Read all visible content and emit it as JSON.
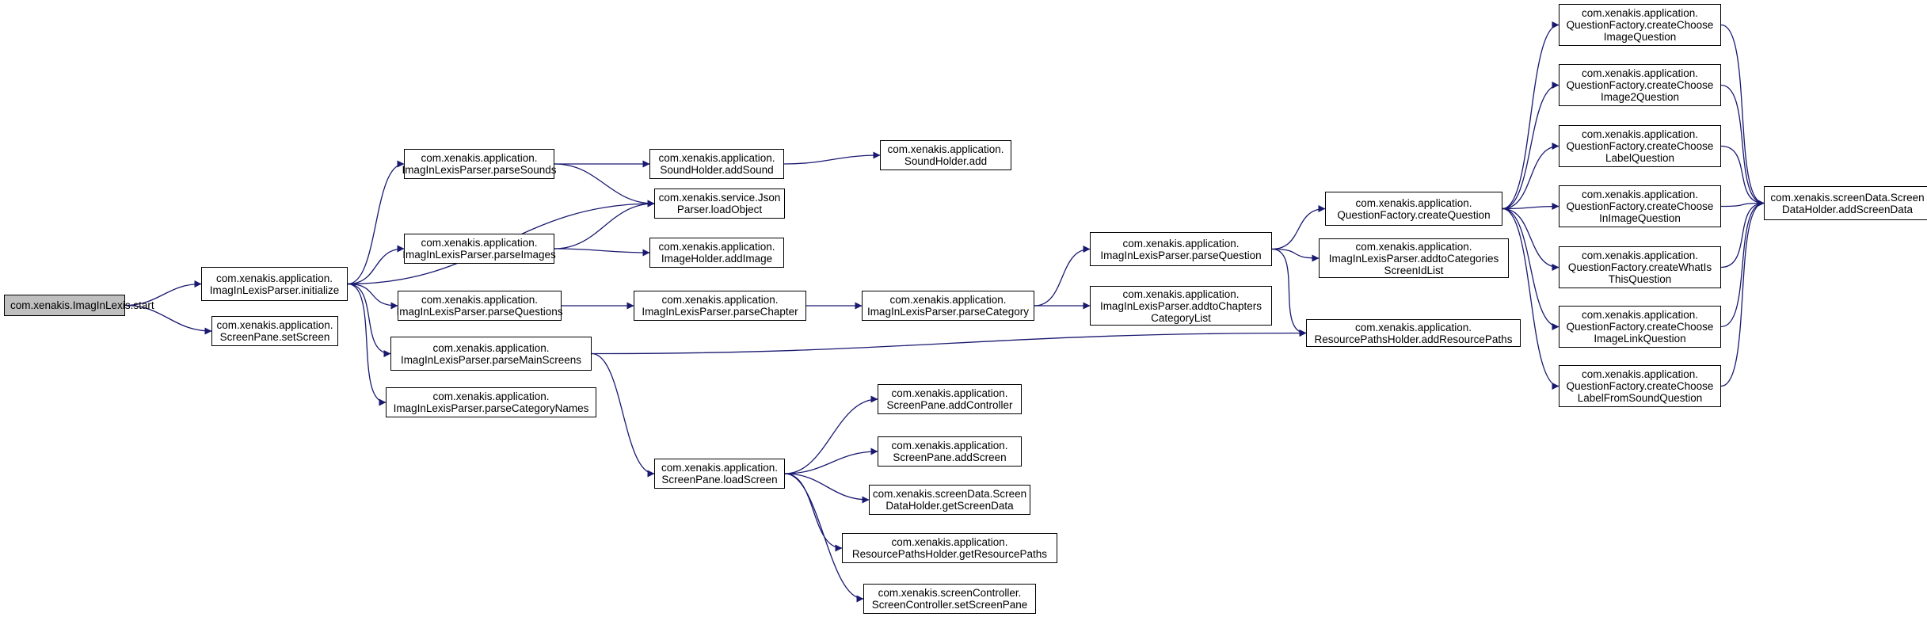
{
  "colors": {
    "edge": "#191970",
    "node_border": "#000000",
    "root_fill": "#bfbfbf",
    "node_fill": "#ffffff"
  },
  "nodes": {
    "root": {
      "lines": [
        "com.xenakis.ImagInLexis.start"
      ]
    },
    "init": {
      "lines": [
        "com.xenakis.application.",
        "ImagInLexisParser.initialize"
      ]
    },
    "setscreen": {
      "lines": [
        "com.xenakis.application.",
        "ScreenPane.setScreen"
      ]
    },
    "psounds": {
      "lines": [
        "com.xenakis.application.",
        "ImagInLexisParser.parseSounds"
      ]
    },
    "pimages": {
      "lines": [
        "com.xenakis.application.",
        "ImagInLexisParser.parseImages"
      ]
    },
    "pquestions": {
      "lines": [
        "com.xenakis.application.",
        "ImagInLexisParser.parseQuestions"
      ]
    },
    "pmain": {
      "lines": [
        "com.xenakis.application.",
        "ImagInLexisParser.parseMainScreens"
      ]
    },
    "pcatnames": {
      "lines": [
        "com.xenakis.application.",
        "ImagInLexisParser.parseCategoryNames"
      ]
    },
    "addsound": {
      "lines": [
        "com.xenakis.application.",
        "SoundHolder.addSound"
      ]
    },
    "loadobj": {
      "lines": [
        "com.xenakis.service.Json",
        "Parser.loadObject"
      ]
    },
    "addimage": {
      "lines": [
        "com.xenakis.application.",
        "ImageHolder.addImage"
      ]
    },
    "pchapter": {
      "lines": [
        "com.xenakis.application.",
        "ImagInLexisParser.parseChapter"
      ]
    },
    "loadscreen": {
      "lines": [
        "com.xenakis.application.",
        "ScreenPane.loadScreen"
      ]
    },
    "soundadd": {
      "lines": [
        "com.xenakis.application.",
        "SoundHolder.add"
      ]
    },
    "pcategory": {
      "lines": [
        "com.xenakis.application.",
        "ImagInLexisParser.parseCategory"
      ]
    },
    "addcontroller": {
      "lines": [
        "com.xenakis.application.",
        "ScreenPane.addController"
      ]
    },
    "addscreen": {
      "lines": [
        "com.xenakis.application.",
        "ScreenPane.addScreen"
      ]
    },
    "getscreendata": {
      "lines": [
        "com.xenakis.screenData.Screen",
        "DataHolder.getScreenData"
      ]
    },
    "getrespaths": {
      "lines": [
        "com.xenakis.application.",
        "ResourcePathsHolder.getResourcePaths"
      ]
    },
    "setscreenpane": {
      "lines": [
        "com.xenakis.screenController.",
        "ScreenController.setScreenPane"
      ]
    },
    "pquestion": {
      "lines": [
        "com.xenakis.application.",
        "ImagInLexisParser.parseQuestion"
      ]
    },
    "addtochapters": {
      "lines": [
        "com.xenakis.application.",
        "ImagInLexisParser.addtoChapters",
        "CategoryList"
      ]
    },
    "createq": {
      "lines": [
        "com.xenakis.application.",
        "QuestionFactory.createQuestion"
      ]
    },
    "addtocategories": {
      "lines": [
        "com.xenakis.application.",
        "ImagInLexisParser.addtoCategories",
        "ScreenIdList"
      ]
    },
    "addrespaths": {
      "lines": [
        "com.xenakis.application.",
        "ResourcePathsHolder.addResourcePaths"
      ]
    },
    "cci": {
      "lines": [
        "com.xenakis.application.",
        "QuestionFactory.createChoose",
        "ImageQuestion"
      ]
    },
    "cci2": {
      "lines": [
        "com.xenakis.application.",
        "QuestionFactory.createChoose",
        "Image2Question"
      ]
    },
    "ccl": {
      "lines": [
        "com.xenakis.application.",
        "QuestionFactory.createChoose",
        "LabelQuestion"
      ]
    },
    "ccii": {
      "lines": [
        "com.xenakis.application.",
        "QuestionFactory.createChoose",
        "InImageQuestion"
      ]
    },
    "cwit": {
      "lines": [
        "com.xenakis.application.",
        "QuestionFactory.createWhatIs",
        "ThisQuestion"
      ]
    },
    "ccil": {
      "lines": [
        "com.xenakis.application.",
        "QuestionFactory.createChoose",
        "ImageLinkQuestion"
      ]
    },
    "cclfs": {
      "lines": [
        "com.xenakis.application.",
        "QuestionFactory.createChoose",
        "LabelFromSoundQuestion"
      ]
    },
    "addscreendata": {
      "lines": [
        "com.xenakis.screenData.Screen",
        "DataHolder.addScreenData"
      ]
    }
  }
}
